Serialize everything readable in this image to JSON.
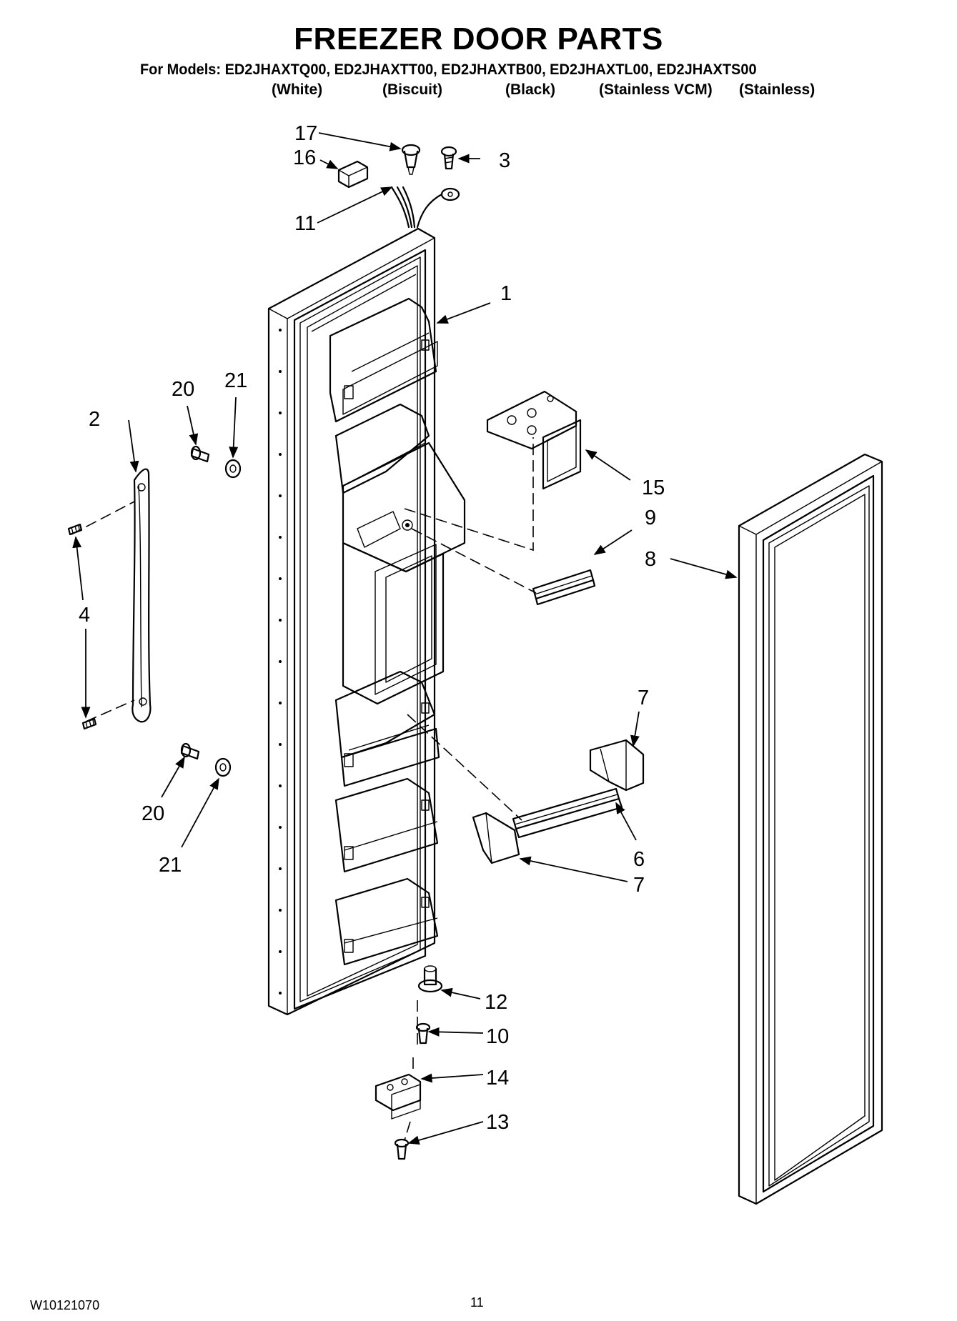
{
  "header": {
    "title": "FREEZER DOOR PARTS",
    "models_line": "For Models: ED2JHAXTQ00, ED2JHAXTT00, ED2JHAXTB00, ED2JHAXTL00, ED2JHAXTS00",
    "variants": [
      "(White)",
      "(Biscuit)",
      "(Black)",
      "(Stainless VCM)",
      "(Stainless)"
    ]
  },
  "callouts": {
    "c1": "1",
    "c2": "2",
    "c3": "3",
    "c4": "4",
    "c6": "6",
    "c7a": "7",
    "c7b": "7",
    "c8": "8",
    "c9": "9",
    "c10": "10",
    "c11": "11",
    "c12": "12",
    "c13": "13",
    "c14": "14",
    "c15": "15",
    "c16": "16",
    "c17": "17",
    "c20a": "20",
    "c20b": "20",
    "c21a": "21",
    "c21b": "21"
  },
  "footer": {
    "doc_number": "W10121070",
    "page_number": "11"
  }
}
